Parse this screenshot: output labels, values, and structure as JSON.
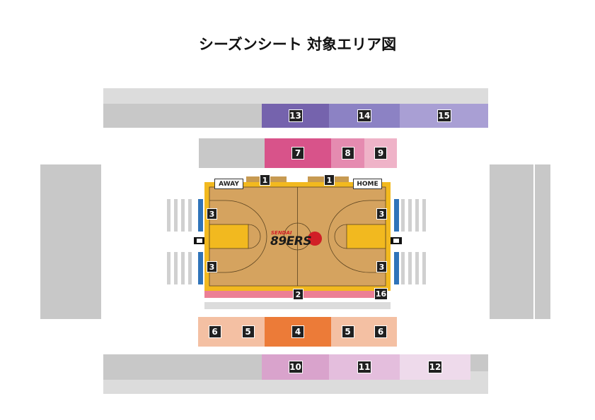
{
  "title": "シーズンシート 対象エリア図",
  "colors": {
    "purple_dark": "#7563ad",
    "purple_mid": "#8c82c4",
    "purple_light": "#a99fd4",
    "pink_dark": "#d8538a",
    "pink_mid": "#e58bb0",
    "pink_light": "#efb3c8",
    "orange": "#ec7b38",
    "peach": "#f4c0a3",
    "lavender_dark": "#d9a3cc",
    "lavender_mid": "#e4bedd",
    "lavender_light": "#eedaeb",
    "court_wood": "#d5a35f",
    "court_frame": "#f2b91f",
    "row2": "#ec7f95",
    "bench_brown": "#c79a52"
  },
  "sections": {
    "s13": "13",
    "s14": "14",
    "s15": "15",
    "s7": "7",
    "s8": "8",
    "s9": "9",
    "s1_left": "1",
    "s1_right": "1",
    "s3_tl": "3",
    "s3_bl": "3",
    "s3_tr": "3",
    "s3_br": "3",
    "s2": "2",
    "s16": "16",
    "s6_left": "6",
    "s5_left": "5",
    "s4": "4",
    "s5_right": "5",
    "s6_right": "6",
    "s10": "10",
    "s11": "11",
    "s12": "12"
  },
  "court": {
    "away_label": "AWAY",
    "home_label": "HOME",
    "logo_top": "SENDAI",
    "logo_main": "89ERS"
  }
}
